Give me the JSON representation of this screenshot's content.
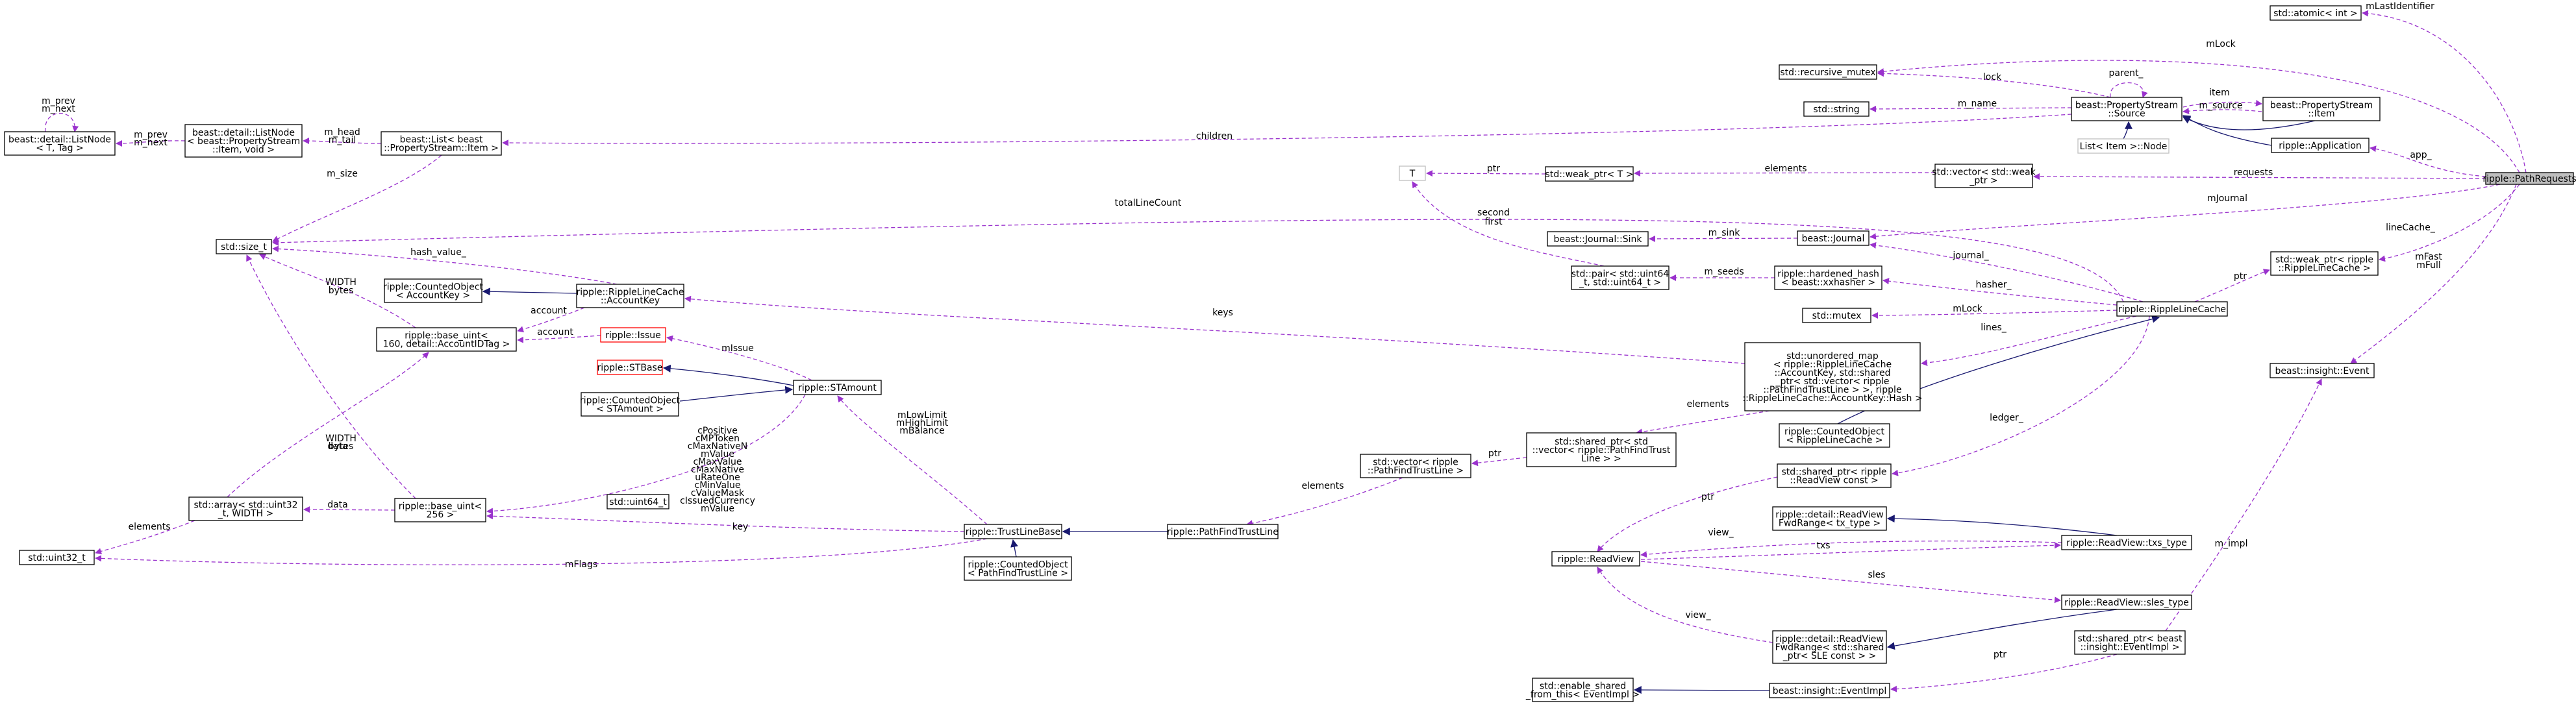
{
  "nodes": {
    "path_requests": [
      "ripple::PathRequests"
    ],
    "atomic": [
      "std::atomic< int >"
    ],
    "recursive_mutex": [
      "std::recursive_mutex"
    ],
    "ps_source": [
      "beast::PropertyStream",
      "::Source"
    ],
    "ps_item": [
      "beast::PropertyStream",
      "::Item"
    ],
    "std_string": [
      "std::string"
    ],
    "list_item_node": [
      "List< Item >::Node"
    ],
    "application": [
      "ripple::Application"
    ],
    "ps_list": [
      "beast::List< beast",
      "::PropertyStream::Item >"
    ],
    "list_node": [
      "beast::detail::ListNode",
      "< beast::PropertyStream",
      "::Item, void >"
    ],
    "list_node_t": [
      "beast::detail::ListNode",
      "< T, Tag >"
    ],
    "t": [
      "T"
    ],
    "weak_ptr_t": [
      "std::weak_ptr< T >"
    ],
    "vector_weak": [
      "std::vector< std::weak",
      "_ptr >"
    ],
    "size_t": [
      "std::size_t"
    ],
    "journal_sink": [
      "beast::Journal::Sink"
    ],
    "journal": [
      "beast::Journal"
    ],
    "pair_uint64": [
      "std::pair< std::uint64",
      "_t, std::uint64_t >"
    ],
    "hardened_hash": [
      "ripple::hardened_hash",
      "< beast::xxhasher >"
    ],
    "weak_ptr_rlc": [
      "std::weak_ptr< ripple",
      "::RippleLineCache >"
    ],
    "std_mutex": [
      "std::mutex"
    ],
    "ripple_line_cache": [
      "ripple::RippleLineCache"
    ],
    "counted_accountkey": [
      "ripple::CountedObject",
      "< AccountKey >"
    ],
    "rlc_accountkey": [
      "ripple::RippleLineCache",
      "::AccountKey"
    ],
    "base_uint_160": [
      "ripple::base_uint<",
      "160, detail::AccountIDTag >"
    ],
    "issue": [
      "ripple::Issue"
    ],
    "stbase": [
      "ripple::STBase"
    ],
    "stamount": [
      "ripple::STAmount"
    ],
    "counted_stamount": [
      "ripple::CountedObject",
      "< STAmount >"
    ],
    "unordered_map": [
      "std::unordered_map",
      "< ripple::RippleLineCache",
      "::AccountKey, std::shared",
      "_ptr< std::vector< ripple",
      "::PathFindTrustLine > >, ripple",
      "::RippleLineCache::AccountKey::Hash >"
    ],
    "event": [
      "beast::insight::Event"
    ],
    "counted_rlc": [
      "ripple::CountedObject",
      "< RippleLineCache >"
    ],
    "shared_ptr_vec": [
      "std::shared_ptr< std",
      "::vector< ripple::PathFindTrust",
      "Line > >"
    ],
    "vector_pftl": [
      "std::vector< ripple",
      "::PathFindTrustLine >"
    ],
    "shared_ptr_readview": [
      "std::shared_ptr< ripple",
      "::ReadView const >"
    ],
    "uint64": [
      "std::uint64_t"
    ],
    "array_uint32": [
      "std::array< std::uint32",
      "_t, WIDTH >"
    ],
    "base_uint_256": [
      "ripple::base_uint<",
      "256 >"
    ],
    "trustlinebase": [
      "ripple::TrustLineBase"
    ],
    "pathfindtrustline": [
      "ripple::PathFindTrustLine"
    ],
    "uint32": [
      "std::uint32_t"
    ],
    "counted_pftl": [
      "ripple::CountedObject",
      "< PathFindTrustLine >"
    ],
    "fwdrange_tx": [
      "ripple::detail::ReadView",
      "FwdRange< tx_type >"
    ],
    "readview": [
      "ripple::ReadView"
    ],
    "txs_type": [
      "ripple::ReadView::txs_type"
    ],
    "sles_type": [
      "ripple::ReadView::sles_type"
    ],
    "fwdrange_sle": [
      "ripple::detail::ReadView",
      "FwdRange< std::shared",
      "_ptr< SLE const > >"
    ],
    "shared_ptr_eventimpl": [
      "std::shared_ptr< beast",
      "::insight::EventImpl >"
    ],
    "enable_shared": [
      "std::enable_shared",
      "_from_this< EventImpl >"
    ],
    "eventimpl": [
      "beast::insight::EventImpl"
    ]
  },
  "edges": [
    {
      "kind": "use",
      "label": [
        "mLastIdentifier"
      ]
    },
    {
      "kind": "use",
      "label": [
        "mLock"
      ]
    },
    {
      "kind": "use",
      "label": [
        "lock"
      ]
    },
    {
      "kind": "use",
      "label": [
        "parent_"
      ]
    },
    {
      "kind": "use",
      "label": [
        "item"
      ]
    },
    {
      "kind": "use",
      "label": [
        "m_source"
      ]
    },
    {
      "kind": "use",
      "label": [
        "m_name"
      ]
    },
    {
      "kind": "inh",
      "label": []
    },
    {
      "kind": "inh",
      "label": []
    },
    {
      "kind": "use",
      "label": [
        "app_"
      ]
    },
    {
      "kind": "use",
      "label": [
        "children"
      ]
    },
    {
      "kind": "use",
      "label": [
        "m_head",
        "m_tail"
      ]
    },
    {
      "kind": "use",
      "label": [
        "m_prev",
        "m_next"
      ]
    },
    {
      "kind": "use",
      "label": [
        "m_prev",
        "m_next"
      ]
    },
    {
      "kind": "use",
      "label": [
        "m_size"
      ]
    },
    {
      "kind": "use",
      "label": [
        "ptr"
      ]
    },
    {
      "kind": "use",
      "label": [
        "elements"
      ]
    },
    {
      "kind": "use",
      "label": [
        "requests"
      ]
    },
    {
      "kind": "use",
      "label": [
        "second",
        "first"
      ]
    },
    {
      "kind": "use",
      "label": [
        "totalLineCount"
      ]
    },
    {
      "kind": "use",
      "label": [
        "mJournal"
      ]
    },
    {
      "kind": "use",
      "label": [
        "m_sink"
      ]
    },
    {
      "kind": "use",
      "label": [
        "journal_"
      ]
    },
    {
      "kind": "use",
      "label": [
        "lineCache_"
      ]
    },
    {
      "kind": "use",
      "label": [
        "ptr"
      ]
    },
    {
      "kind": "use",
      "label": [
        "m_seeds"
      ]
    },
    {
      "kind": "use",
      "label": [
        "hasher_"
      ]
    },
    {
      "kind": "use",
      "label": [
        "mLock"
      ]
    },
    {
      "kind": "use",
      "label": [
        "lines_"
      ]
    },
    {
      "kind": "use",
      "label": [
        "ledger_"
      ]
    },
    {
      "kind": "inh",
      "label": []
    },
    {
      "kind": "use",
      "label": [
        "hash_value_"
      ]
    },
    {
      "kind": "use",
      "label": [
        "WIDTH",
        "bytes"
      ]
    },
    {
      "kind": "inh",
      "label": []
    },
    {
      "kind": "use",
      "label": [
        "account"
      ]
    },
    {
      "kind": "use",
      "label": [
        "account"
      ]
    },
    {
      "kind": "use",
      "label": [
        "keys"
      ]
    },
    {
      "kind": "use",
      "label": [
        "mIssue"
      ]
    },
    {
      "kind": "inh",
      "label": []
    },
    {
      "kind": "inh",
      "label": []
    },
    {
      "kind": "use",
      "label": [
        "cPositive",
        "cMPToken",
        "cMaxNativeN",
        "mValue",
        "cMaxValue",
        "cMaxNative",
        "uRateOne",
        "cMinValue",
        "cValueMask",
        "cIssuedCurrency",
        "mValue"
      ]
    },
    {
      "kind": "use",
      "label": [
        "mLowLimit",
        "mHighLimit",
        "mBalance"
      ]
    },
    {
      "kind": "use",
      "label": [
        "data"
      ]
    },
    {
      "kind": "use",
      "label": [
        "WIDTH",
        "bytes"
      ]
    },
    {
      "kind": "use",
      "label": [
        "data"
      ]
    },
    {
      "kind": "use",
      "label": [
        "elements"
      ]
    },
    {
      "kind": "use",
      "label": [
        "key"
      ]
    },
    {
      "kind": "use",
      "label": [
        "mFlags"
      ]
    },
    {
      "kind": "inh",
      "label": []
    },
    {
      "kind": "inh",
      "label": []
    },
    {
      "kind": "use",
      "label": [
        "elements"
      ]
    },
    {
      "kind": "use",
      "label": [
        "ptr"
      ]
    },
    {
      "kind": "use",
      "label": [
        "elements"
      ]
    },
    {
      "kind": "use",
      "label": [
        "ptr"
      ]
    },
    {
      "kind": "use",
      "label": [
        "view_"
      ]
    },
    {
      "kind": "inh",
      "label": []
    },
    {
      "kind": "use",
      "label": [
        "txs"
      ]
    },
    {
      "kind": "use",
      "label": [
        "sles"
      ]
    },
    {
      "kind": "inh",
      "label": []
    },
    {
      "kind": "use",
      "label": [
        "view_"
      ]
    },
    {
      "kind": "use",
      "label": [
        "mFast",
        "mFull"
      ]
    },
    {
      "kind": "use",
      "label": [
        "m_impl"
      ]
    },
    {
      "kind": "use",
      "label": [
        "ptr"
      ]
    },
    {
      "kind": "inh",
      "label": []
    },
    {
      "kind": "inh",
      "label": []
    }
  ],
  "colors": {
    "usage_edge": "#9a32cd",
    "inheritance_edge": "#191970",
    "root_fill": "#bfbfbf",
    "hidden_border": "#bfbfbf",
    "undocumented_border": "#ff0000"
  }
}
